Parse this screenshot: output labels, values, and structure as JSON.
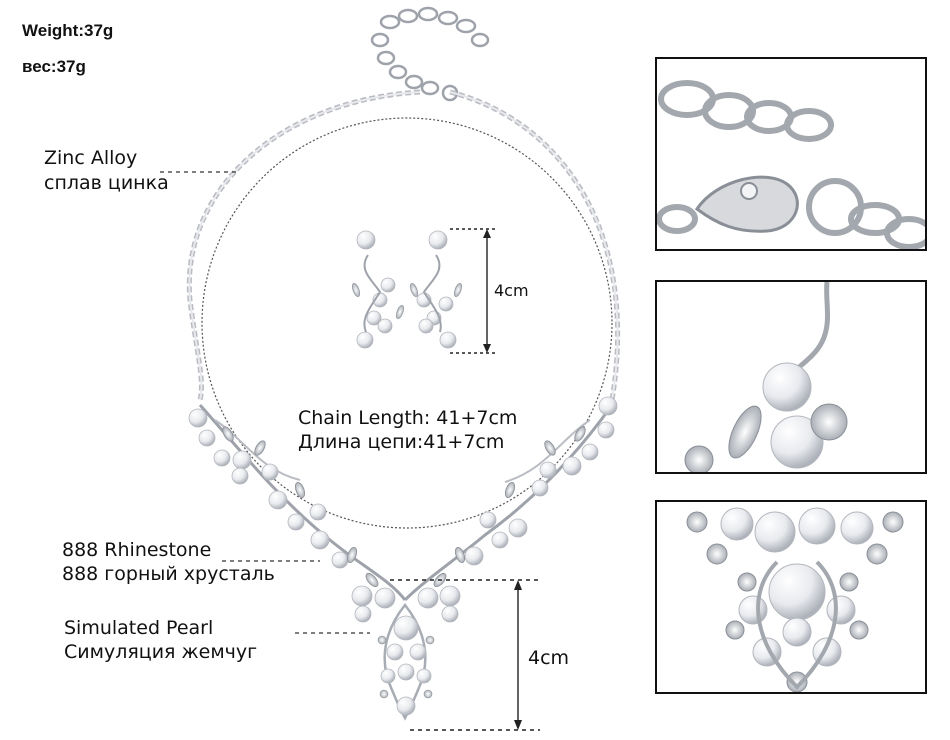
{
  "weight": {
    "en": "Weight:37g",
    "ru": "вес:37g"
  },
  "labels": {
    "zinc_alloy": {
      "en": "Zinc Alloy",
      "ru": "сплав цинка"
    },
    "rhinestone": {
      "en": "888 Rhinestone",
      "ru": "888 горный хрусталь"
    },
    "pearl": {
      "en": "Simulated Pearl",
      "ru": "Симуляция жемчуг"
    }
  },
  "chain_length": {
    "en": "Chain Length: 41+7cm",
    "ru": "Длина цепи:41+7cm"
  },
  "earring_size": "4cm",
  "pendant_size": "4cm",
  "colors": {
    "metal": "#b9bcc3",
    "pearl": "#eef0f3",
    "line": "#222222"
  }
}
